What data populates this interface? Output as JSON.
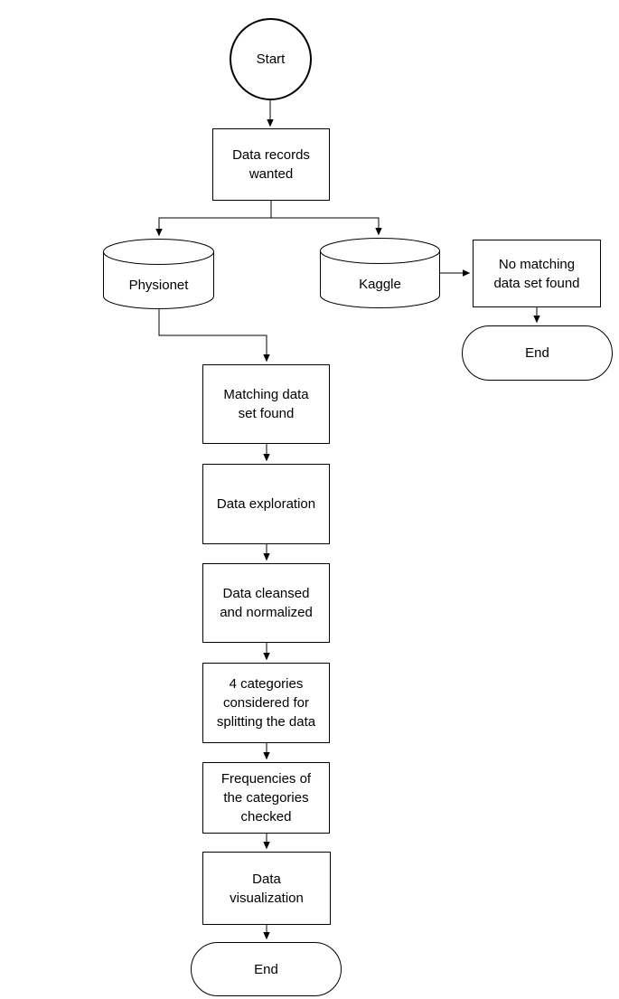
{
  "diagram": {
    "background_color": "#ffffff",
    "stroke_color": "#000000",
    "text_color": "#000000",
    "nodes": {
      "start": {
        "label": "Start",
        "shape": "circle"
      },
      "data_records": {
        "label": "Data records\nwanted",
        "shape": "rectangle"
      },
      "physionet": {
        "label": "Physionet",
        "shape": "cylinder"
      },
      "kaggle": {
        "label": "Kaggle",
        "shape": "cylinder"
      },
      "no_matching": {
        "label": "No matching\ndata set found",
        "shape": "rectangle"
      },
      "end_right": {
        "label": "End",
        "shape": "terminator"
      },
      "matching": {
        "label": "Matching data\nset found",
        "shape": "rectangle"
      },
      "exploration": {
        "label": "Data exploration",
        "shape": "rectangle"
      },
      "cleansed": {
        "label": "Data cleansed\nand normalized",
        "shape": "rectangle"
      },
      "categories": {
        "label": "4 categories\nconsidered for\nsplitting the data",
        "shape": "rectangle"
      },
      "frequencies": {
        "label": "Frequencies of\nthe categories\nchecked",
        "shape": "rectangle"
      },
      "visualization": {
        "label": "Data\nvisualization",
        "shape": "rectangle"
      },
      "end_bottom": {
        "label": "End",
        "shape": "terminator"
      }
    },
    "edges": [
      {
        "from": "start",
        "to": "data_records"
      },
      {
        "from": "data_records",
        "to": "physionet"
      },
      {
        "from": "data_records",
        "to": "kaggle"
      },
      {
        "from": "physionet",
        "to": "matching"
      },
      {
        "from": "kaggle",
        "to": "no_matching"
      },
      {
        "from": "no_matching",
        "to": "end_right"
      },
      {
        "from": "matching",
        "to": "exploration"
      },
      {
        "from": "exploration",
        "to": "cleansed"
      },
      {
        "from": "cleansed",
        "to": "categories"
      },
      {
        "from": "categories",
        "to": "frequencies"
      },
      {
        "from": "frequencies",
        "to": "visualization"
      },
      {
        "from": "visualization",
        "to": "end_bottom"
      }
    ]
  }
}
